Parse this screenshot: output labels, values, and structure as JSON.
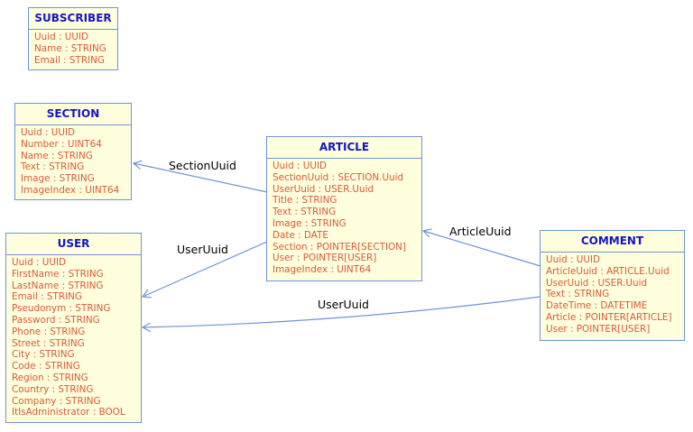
{
  "entities": {
    "subscriber": {
      "title": "SUBSCRIBER",
      "fields": [
        "Uuid : UUID",
        "Name : STRING",
        "Email : STRING"
      ]
    },
    "section": {
      "title": "SECTION",
      "fields": [
        "Uuid : UUID",
        "Number : UINT64",
        "Name : STRING",
        "Text : STRING",
        "Image : STRING",
        "ImageIndex : UINT64"
      ]
    },
    "user": {
      "title": "USER",
      "fields": [
        "Uuid : UUID",
        "FirstName : STRING",
        "LastName : STRING",
        "Email : STRING",
        "Pseudonym : STRING",
        "Password : STRING",
        "Phone : STRING",
        "Street : STRING",
        "City : STRING",
        "Code : STRING",
        "Region : STRING",
        "Country : STRING",
        "Company : STRING",
        "ItIsAdministrator : BOOL"
      ]
    },
    "article": {
      "title": "ARTICLE",
      "fields": [
        "Uuid : UUID",
        "SectionUuid : SECTION.Uuid",
        "UserUuid : USER.Uuid",
        "Title : STRING",
        "Text : STRING",
        "Image : STRING",
        "Date : DATE",
        "Section : POINTER[SECTION]",
        "User : POINTER[USER]",
        "ImageIndex : UINT64"
      ]
    },
    "comment": {
      "title": "COMMENT",
      "fields": [
        "Uuid : UUID",
        "ArticleUuid : ARTICLE.Uuid",
        "UserUuid : USER.Uuid",
        "Text : STRING",
        "DateTime : DATETIME",
        "Article : POINTER[ARTICLE]",
        "User : POINTER[USER]"
      ]
    }
  },
  "relations": {
    "article_section": "SectionUuid",
    "article_user": "UserUuid",
    "comment_article": "ArticleUuid",
    "comment_user": "UserUuid"
  },
  "colors": {
    "border": "#6e94d8",
    "fill": "#ffffdd",
    "title": "#1414c8",
    "field": "#d85a3a",
    "connector": "#6e94d8"
  }
}
